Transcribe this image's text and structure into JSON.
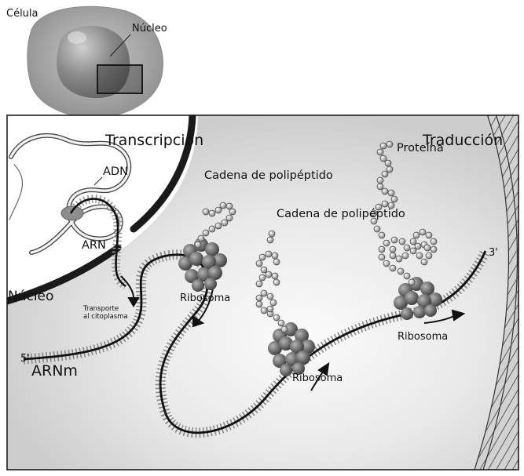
{
  "labels": {
    "cell": "Célula",
    "nucleus_top": "Núcleo",
    "transcription": "Transcripción",
    "translation": "Traducción",
    "dna": "ADN",
    "rna": "ARN",
    "nucleus": "Núcleo",
    "transport": "Transporte\nal citoplasma",
    "polypeptide_1": "Cadena de polipéptido",
    "polypeptide_2": "Cadena de polipéptido",
    "protein": "Proteína",
    "ribosome_1": "Ribosoma",
    "ribosome_2": "Ribosoma",
    "ribosome_3": "Ribosoma",
    "five_prime": "5'",
    "three_prime": "3'",
    "mrna": "ARNm"
  }
}
